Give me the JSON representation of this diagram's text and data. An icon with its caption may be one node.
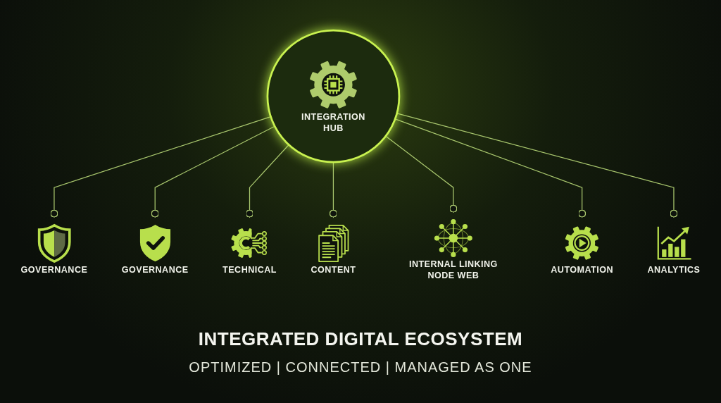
{
  "diagram": {
    "title": "INTEGRATED DIGITAL ECOSYSTEM",
    "caption": "OPTIMIZED | CONNECTED | MANAGED AS ONE",
    "nodes": [
      {
        "text": [
          "TECHNICAL"
        ]
      },
      {
        "text": [
          "GOVERNANCE"
        ]
      },
      {
        "text": [
          "CONTENT"
        ]
      },
      {
        "text": [
          "INTEGRATION HUB"
        ]
      },
      {
        "text": [
          "GOVERNANCE"
        ]
      },
      {
        "text": [
          "INTERNAL LINKING NODE WEB"
        ]
      },
      {
        "text": [
          "ANALYTICS"
        ]
      },
      {
        "text": [
          "AUTOMATION"
        ]
      }
    ],
    "edges": [
      {
        "from": 3,
        "to": 4,
        "arrow": "other"
      },
      {
        "from": 3,
        "to": 1,
        "arrow": "other"
      },
      {
        "from": 3,
        "to": 0,
        "arrow": "other"
      },
      {
        "from": 3,
        "to": 2,
        "arrow": "other"
      },
      {
        "from": 3,
        "to": 5,
        "arrow": "other"
      },
      {
        "from": 3,
        "to": 7,
        "arrow": "other"
      },
      {
        "from": 3,
        "to": 6,
        "arrow": "other"
      }
    ]
  }
}
